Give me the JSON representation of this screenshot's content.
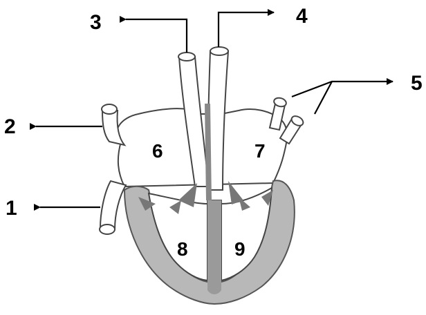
{
  "labels": {
    "l1": "1",
    "l2": "2",
    "l3": "3",
    "l4": "4",
    "l5": "5",
    "l6": "6",
    "l7": "7",
    "l8": "8",
    "l9": "9"
  },
  "colors": {
    "line": "#000000",
    "outline": "#444444",
    "muscle": "#b8b8b8",
    "background": "#ffffff"
  }
}
